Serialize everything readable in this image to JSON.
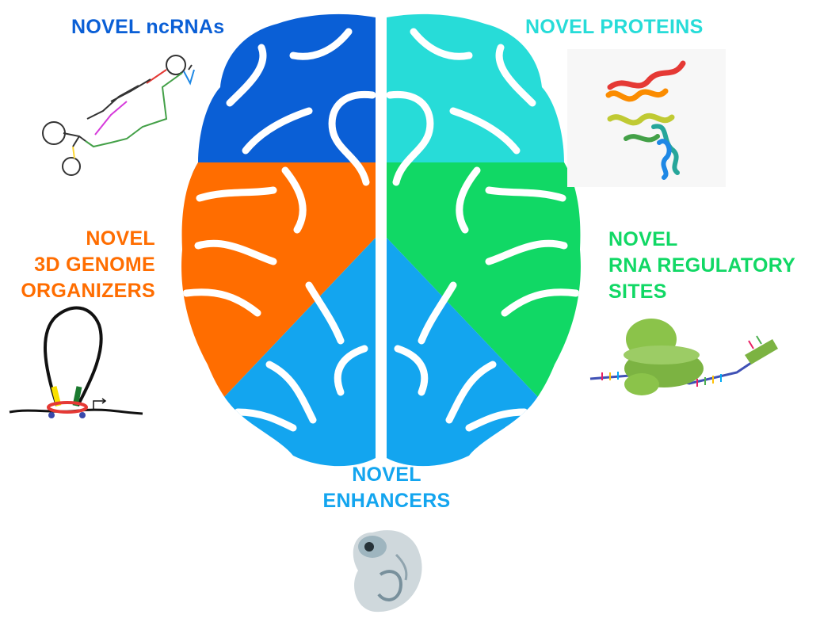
{
  "colors": {
    "ncrnas": "#0a5fd6",
    "proteins": "#27dcd8",
    "genome": "#ff6d00",
    "rna_sites": "#11d865",
    "enhancers": "#13a5ef",
    "gyri": "#ffffff"
  },
  "labels": {
    "ncrnas": [
      "NOVEL ncRNAs"
    ],
    "proteins": [
      "NOVEL PROTEINS"
    ],
    "genome": [
      "NOVEL",
      "3D GENOME",
      "ORGANIZERS"
    ],
    "rna_sites": [
      "NOVEL",
      "RNA REGULATORY",
      "SITES"
    ],
    "enhancers": [
      "NOVEL",
      "ENHANCERS"
    ]
  },
  "regions": [
    {
      "key": "ncrnas",
      "icon": "rna-secondary-structure-icon"
    },
    {
      "key": "proteins",
      "icon": "protein-ribbon-icon"
    },
    {
      "key": "genome",
      "icon": "chromatin-loop-icon"
    },
    {
      "key": "rna_sites",
      "icon": "ribosome-mrna-icon"
    },
    {
      "key": "enhancers",
      "icon": "embryo-icon"
    }
  ]
}
